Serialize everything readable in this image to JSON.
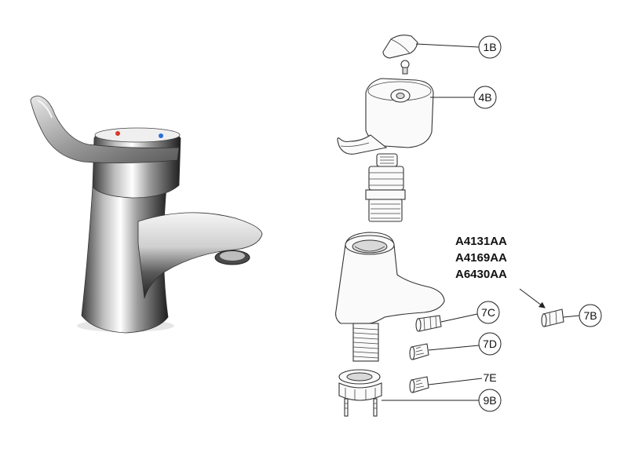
{
  "codes": [
    "A4131AA",
    "A4169AA",
    "A6430AA"
  ],
  "callouts": {
    "c1B": "1B",
    "c4B": "4B",
    "c7B": "7B",
    "c7C": "7C",
    "c7D": "7D",
    "c7E": "7E",
    "c9B": "9B"
  },
  "colors": {
    "chrome_dark": "#2a2a2a",
    "chrome_mid": "#8f8f8f",
    "chrome_light": "#f2f2f2",
    "hot_indicator": "#d83a2a",
    "cold_indicator": "#2a6fd8",
    "line": "#333333"
  },
  "icons": {
    "arrow": "arrow-right-down-icon"
  }
}
